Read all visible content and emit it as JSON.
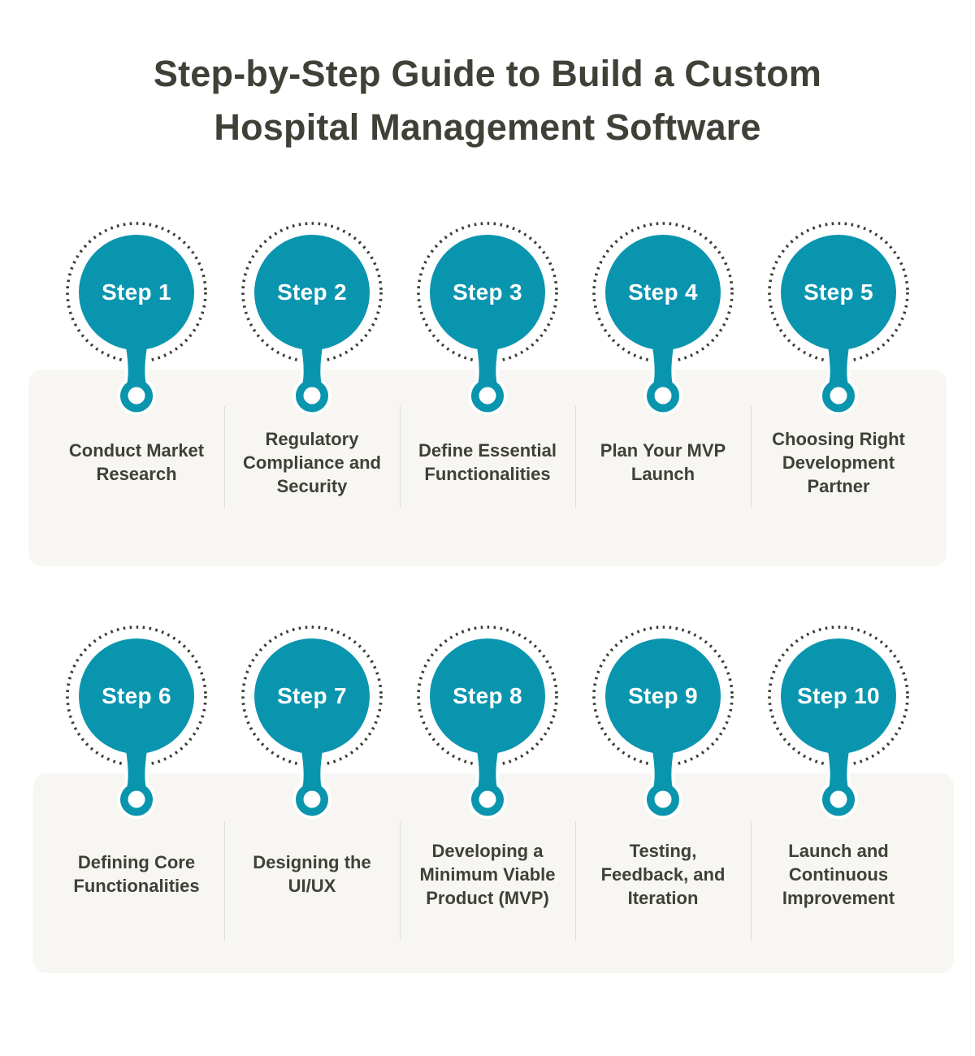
{
  "title": {
    "line1": "Step-by-Step Guide to Build a Custom",
    "line2": "Hospital Management Software"
  },
  "steps": [
    {
      "badge": "Step 1",
      "label": "Conduct Market Research"
    },
    {
      "badge": "Step 2",
      "label": "Regulatory Compliance and Security"
    },
    {
      "badge": "Step 3",
      "label": "Define Essential Functionalities"
    },
    {
      "badge": "Step 4",
      "label": "Plan Your MVP Launch"
    },
    {
      "badge": "Step 5",
      "label": "Choosing Right Development Partner"
    },
    {
      "badge": "Step 6",
      "label": "Defining Core Functionalities"
    },
    {
      "badge": "Step 7",
      "label": "Designing the UI/UX"
    },
    {
      "badge": "Step 8",
      "label": "Developing a Minimum Viable Product (MVP)"
    },
    {
      "badge": "Step 9",
      "label": "Testing, Feedback, and Iteration"
    },
    {
      "badge": "Step 10",
      "label": "Launch and Continuous Improvement"
    }
  ],
  "colors": {
    "teal": "#0A95AF",
    "ink": "#3F4137",
    "panel": "#F7F6F3",
    "divider": "#DEDED9",
    "ring-dot": "#3B3C33"
  }
}
